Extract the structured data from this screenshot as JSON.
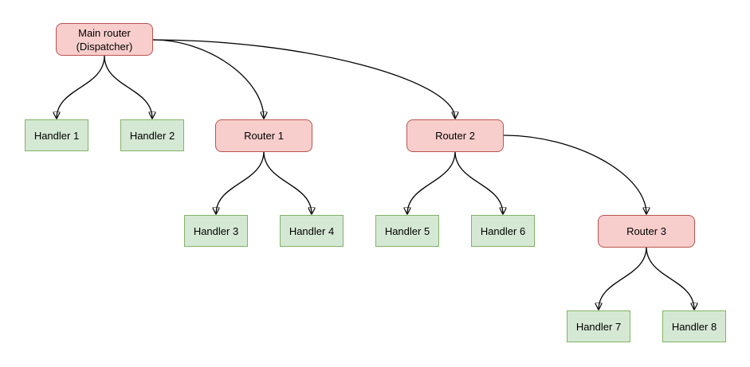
{
  "diagram": {
    "type": "tree",
    "background": "#ffffff",
    "colors": {
      "router_fill": "#f8cecc",
      "router_border": "#b85450",
      "handler_fill": "#d5e8d4",
      "handler_border": "#82b366",
      "edge_stroke": "#000000",
      "text": "#000000"
    },
    "nodes": [
      {
        "id": "main-router",
        "type": "router",
        "label": "Main router\n(Dispatcher)"
      },
      {
        "id": "handler-1",
        "type": "handler",
        "label": "Handler 1"
      },
      {
        "id": "handler-2",
        "type": "handler",
        "label": "Handler 2"
      },
      {
        "id": "router-1",
        "type": "router",
        "label": "Router 1"
      },
      {
        "id": "router-2",
        "type": "router",
        "label": "Router 2"
      },
      {
        "id": "handler-3",
        "type": "handler",
        "label": "Handler 3"
      },
      {
        "id": "handler-4",
        "type": "handler",
        "label": "Handler 4"
      },
      {
        "id": "handler-5",
        "type": "handler",
        "label": "Handler 5"
      },
      {
        "id": "handler-6",
        "type": "handler",
        "label": "Handler 6"
      },
      {
        "id": "router-3",
        "type": "router",
        "label": "Router 3"
      },
      {
        "id": "handler-7",
        "type": "handler",
        "label": "Handler 7"
      },
      {
        "id": "handler-8",
        "type": "handler",
        "label": "Handler 8"
      }
    ],
    "edges": [
      {
        "from": "main-router",
        "to": "handler-1"
      },
      {
        "from": "main-router",
        "to": "handler-2"
      },
      {
        "from": "main-router",
        "to": "router-1"
      },
      {
        "from": "main-router",
        "to": "router-2"
      },
      {
        "from": "router-1",
        "to": "handler-3"
      },
      {
        "from": "router-1",
        "to": "handler-4"
      },
      {
        "from": "router-2",
        "to": "handler-5"
      },
      {
        "from": "router-2",
        "to": "handler-6"
      },
      {
        "from": "router-2",
        "to": "router-3"
      },
      {
        "from": "router-3",
        "to": "handler-7"
      },
      {
        "from": "router-3",
        "to": "handler-8"
      }
    ]
  }
}
